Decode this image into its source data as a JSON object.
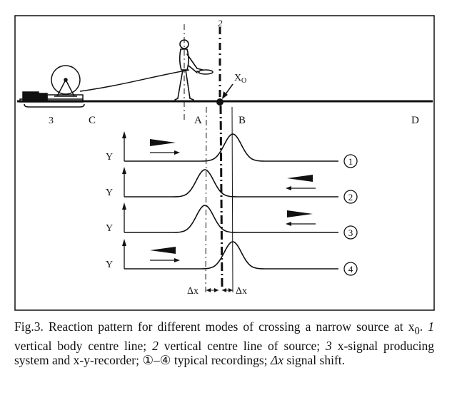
{
  "figure": {
    "labels": {
      "line_2": "2",
      "source_position": "X",
      "source_position_sub": "O",
      "recorder": "3",
      "point_c": "C",
      "point_a": "A",
      "point_b": "B",
      "point_d": "D",
      "y_axis": "Y",
      "shift": "Δx"
    },
    "recordings": [
      {
        "number": "1",
        "peak_at": "B",
        "big_arrow": "right",
        "small_arrow": "right"
      },
      {
        "number": "2",
        "peak_at": "A",
        "big_arrow": "left",
        "small_arrow": "left"
      },
      {
        "number": "3",
        "peak_at": "A",
        "big_arrow": "right",
        "small_arrow": "left"
      },
      {
        "number": "4",
        "peak_at": "B",
        "big_arrow": "left",
        "small_arrow": "right"
      }
    ]
  },
  "caption": {
    "title": "Fig.3.",
    "text_1": " Reaction pattern for different modes of crossing a narrow source at x",
    "sub_0": "0",
    "text_2": ". ",
    "num_1": "1",
    "text_3": " vertical body centre line; ",
    "num_2": "2",
    "text_4": " vertical centre line of source; ",
    "num_3": "3",
    "text_5": " x-signal producing system and x-y-recorder; ",
    "range": "①–④",
    "text_6": " typical recordings; ",
    "delta": "Δx",
    "text_7": " signal shift."
  }
}
